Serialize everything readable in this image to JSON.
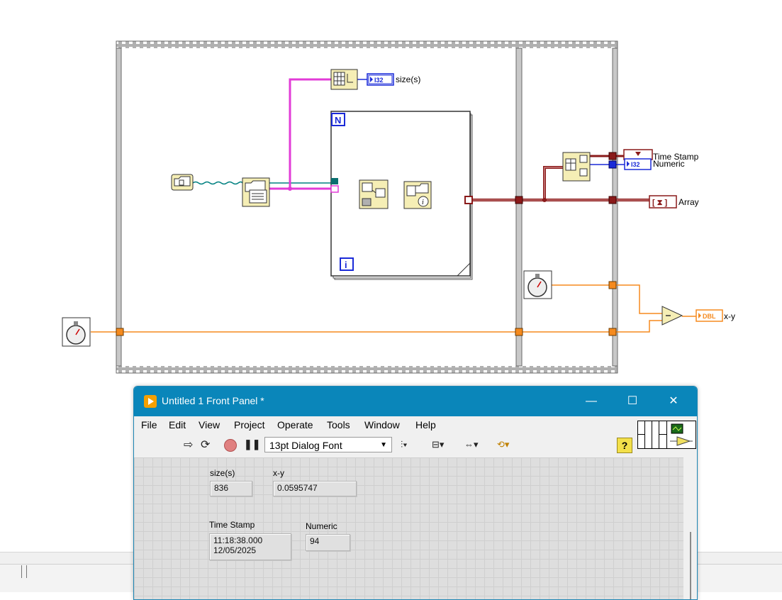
{
  "diagram": {
    "indicators": {
      "size": {
        "type": "I32",
        "label": "size(s)"
      },
      "time_stamp": {
        "label": "Time Stamp"
      },
      "numeric": {
        "type": "I32",
        "label": "Numeric"
      },
      "array": {
        "label": "Array"
      },
      "xy": {
        "type": "DBL",
        "label": "x-y"
      }
    },
    "loop_terminals": {
      "count": "N",
      "iteration": "i"
    },
    "wire_colors": {
      "path": "#008080",
      "string": "#e23bd7",
      "cluster": "#8a1a1a",
      "numeric": "#f58a1e",
      "integer": "#1a2ad8"
    }
  },
  "front_panel": {
    "title": "Untitled 1 Front Panel *",
    "window_controls": {
      "minimize": "—",
      "maximize": "☐",
      "close": "✕"
    },
    "menu": [
      "File",
      "Edit",
      "View",
      "Project",
      "Operate",
      "Tools",
      "Window",
      "Help"
    ],
    "toolbar": {
      "font": "13pt Dialog Font",
      "help": "?"
    },
    "controls": {
      "size": {
        "label": "size(s)",
        "value": "836"
      },
      "xy": {
        "label": "x-y",
        "value": "0.0595747"
      },
      "time_stamp": {
        "label": "Time Stamp",
        "value_line1": "11:18:38.000",
        "value_line2": "12/05/2025"
      },
      "numeric": {
        "label": "Numeric",
        "value": "94"
      }
    }
  }
}
